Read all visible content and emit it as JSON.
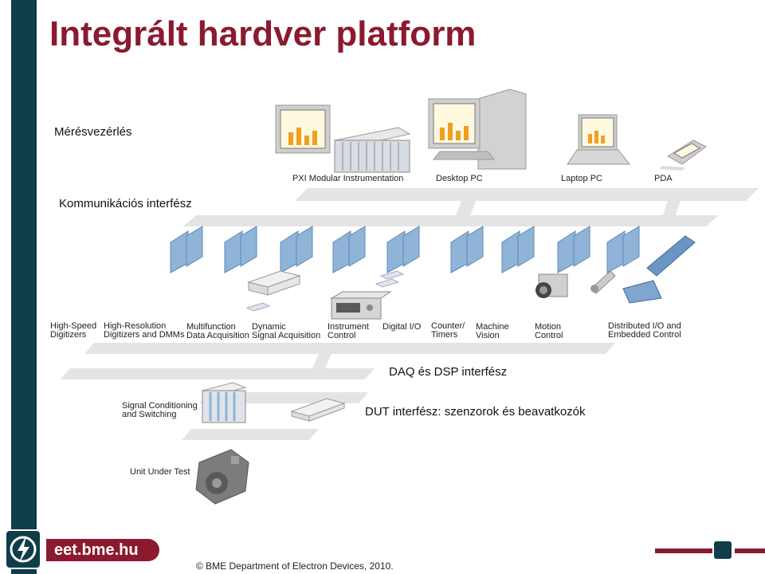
{
  "title": "Integrált hardver platform",
  "sections": {
    "control": "Mérésvezérlés",
    "comm": "Kommunikációs interfész",
    "daq": "DAQ és DSP interfész",
    "dut": "DUT interfész: szenzorok és beavatkozók"
  },
  "computers": [
    "PXI Modular Instrumentation",
    "Desktop PC",
    "Laptop PC",
    "PDA"
  ],
  "devices": {
    "hs1": "High-Speed",
    "hs2": "Digitizers",
    "hr1": "High-Resolution",
    "hr2": "Digitizers and DMMs",
    "mf1": "Multifunction",
    "mf2": "Data Acquisition",
    "dy1": "Dynamic",
    "dy2": "Signal Acquisition",
    "in1": "Instrument",
    "in2": "Control",
    "dio": "Digital I/O",
    "ct1": "Counter/",
    "ct2": "Timers",
    "mv1": "Machine",
    "mv2": "Vision",
    "mc1": "Motion",
    "mc2": "Control",
    "di1": "Distributed I/O and",
    "di2": "Embedded Control"
  },
  "signal": {
    "l1": "Signal Conditioning",
    "l2": "and Switching"
  },
  "uut": "Unit Under Test",
  "footer": {
    "brand": "eet.bme.hu",
    "copyright": "© BME Department of Electron Devices, 2010."
  },
  "colors": {
    "accent": "#8b1a2f",
    "sidebar": "#0f3d49",
    "bus": "#e3e3e3",
    "card": "#8fb4d8"
  }
}
